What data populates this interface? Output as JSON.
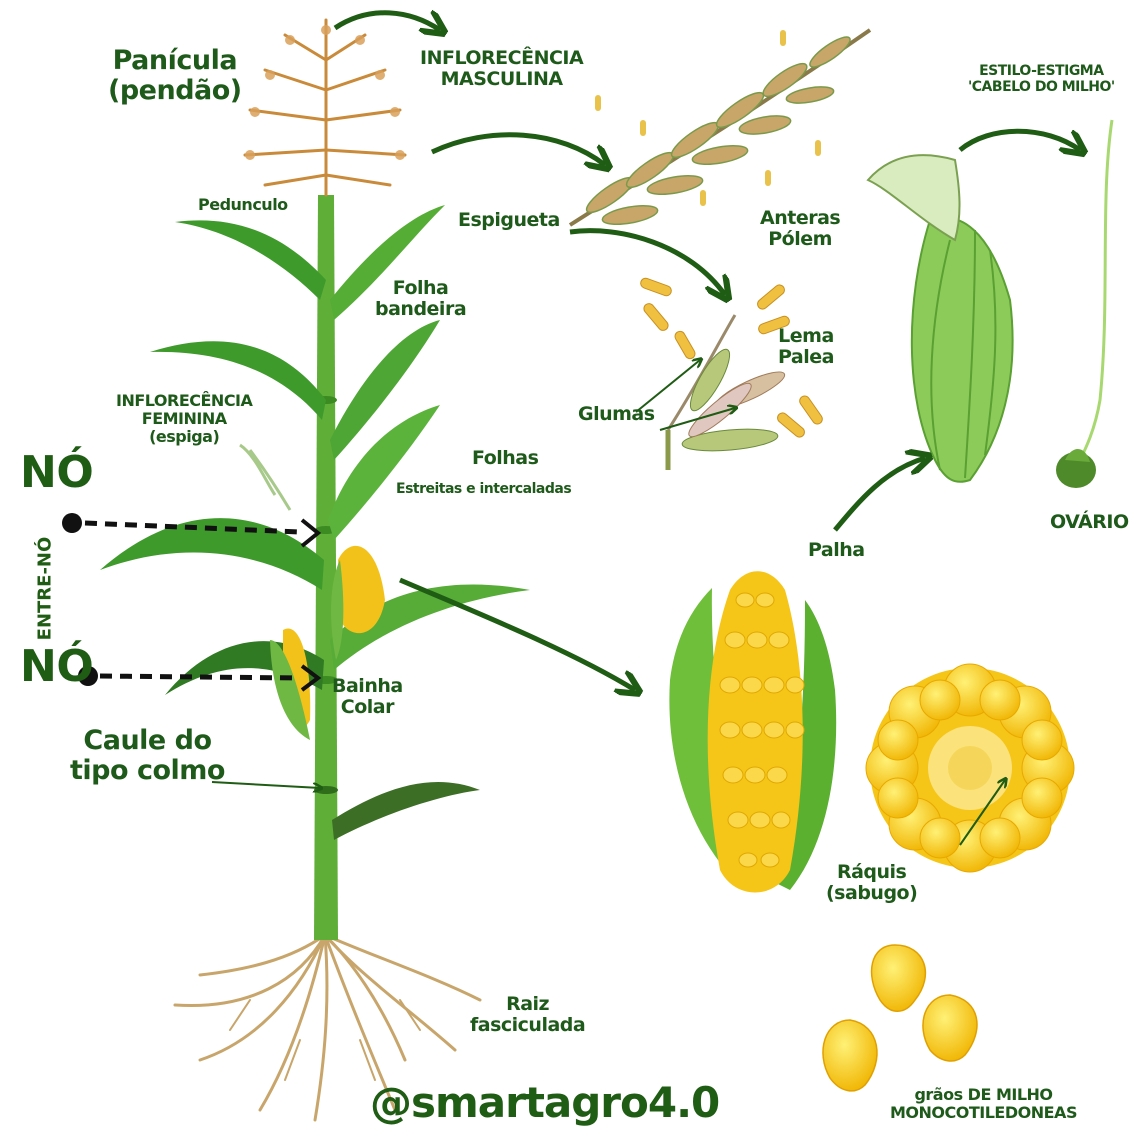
{
  "labels": {
    "panicula": [
      "Panícula",
      "(pendão)"
    ],
    "inflo_masc": [
      "INFLORECÊNCIA",
      "MASCULINA"
    ],
    "estilo": [
      "ESTILO-ESTIGMA",
      "'CABELO DO MILHO'"
    ],
    "pedunculo": "Pedunculo",
    "espigueta": "Espigueta",
    "anteras": [
      "Anteras",
      "Pólem"
    ],
    "folha_bandeira": [
      "Folha",
      "bandeira"
    ],
    "lema": [
      "Lema",
      "Palea"
    ],
    "glumas": "Glumas",
    "inflo_fem": [
      "INFLORECÊNCIA",
      "FEMININA",
      "(espiga)"
    ],
    "folhas": "Folhas",
    "folhas_sub": "Estreitas e intercaladas",
    "no_top": "NÓ",
    "entre_no": "ENTRE-NÓ",
    "no_bottom": "NÓ",
    "ovario": "OVÁRIO",
    "palha": "Palha",
    "bainha": [
      "Bainha",
      "Colar"
    ],
    "caule": [
      "Caule do",
      "tipo colmo"
    ],
    "raquis": [
      "Ráquis",
      "(sabugo)"
    ],
    "raiz": [
      "Raiz",
      "fasciculada"
    ],
    "graos": [
      "grãos DE MILHO",
      "MONOCOTILEDONEAS"
    ],
    "handle": "@smartagro4.0"
  },
  "colors": {
    "label": "#1e5a1a",
    "leaf": "#3f9a2c",
    "leaf_light": "#7cc04a",
    "stem": "#5fae38",
    "corn": "#f5c518",
    "tassel": "#c98a3a",
    "root": "#c8a56a",
    "arrow": "#1f5c14"
  }
}
